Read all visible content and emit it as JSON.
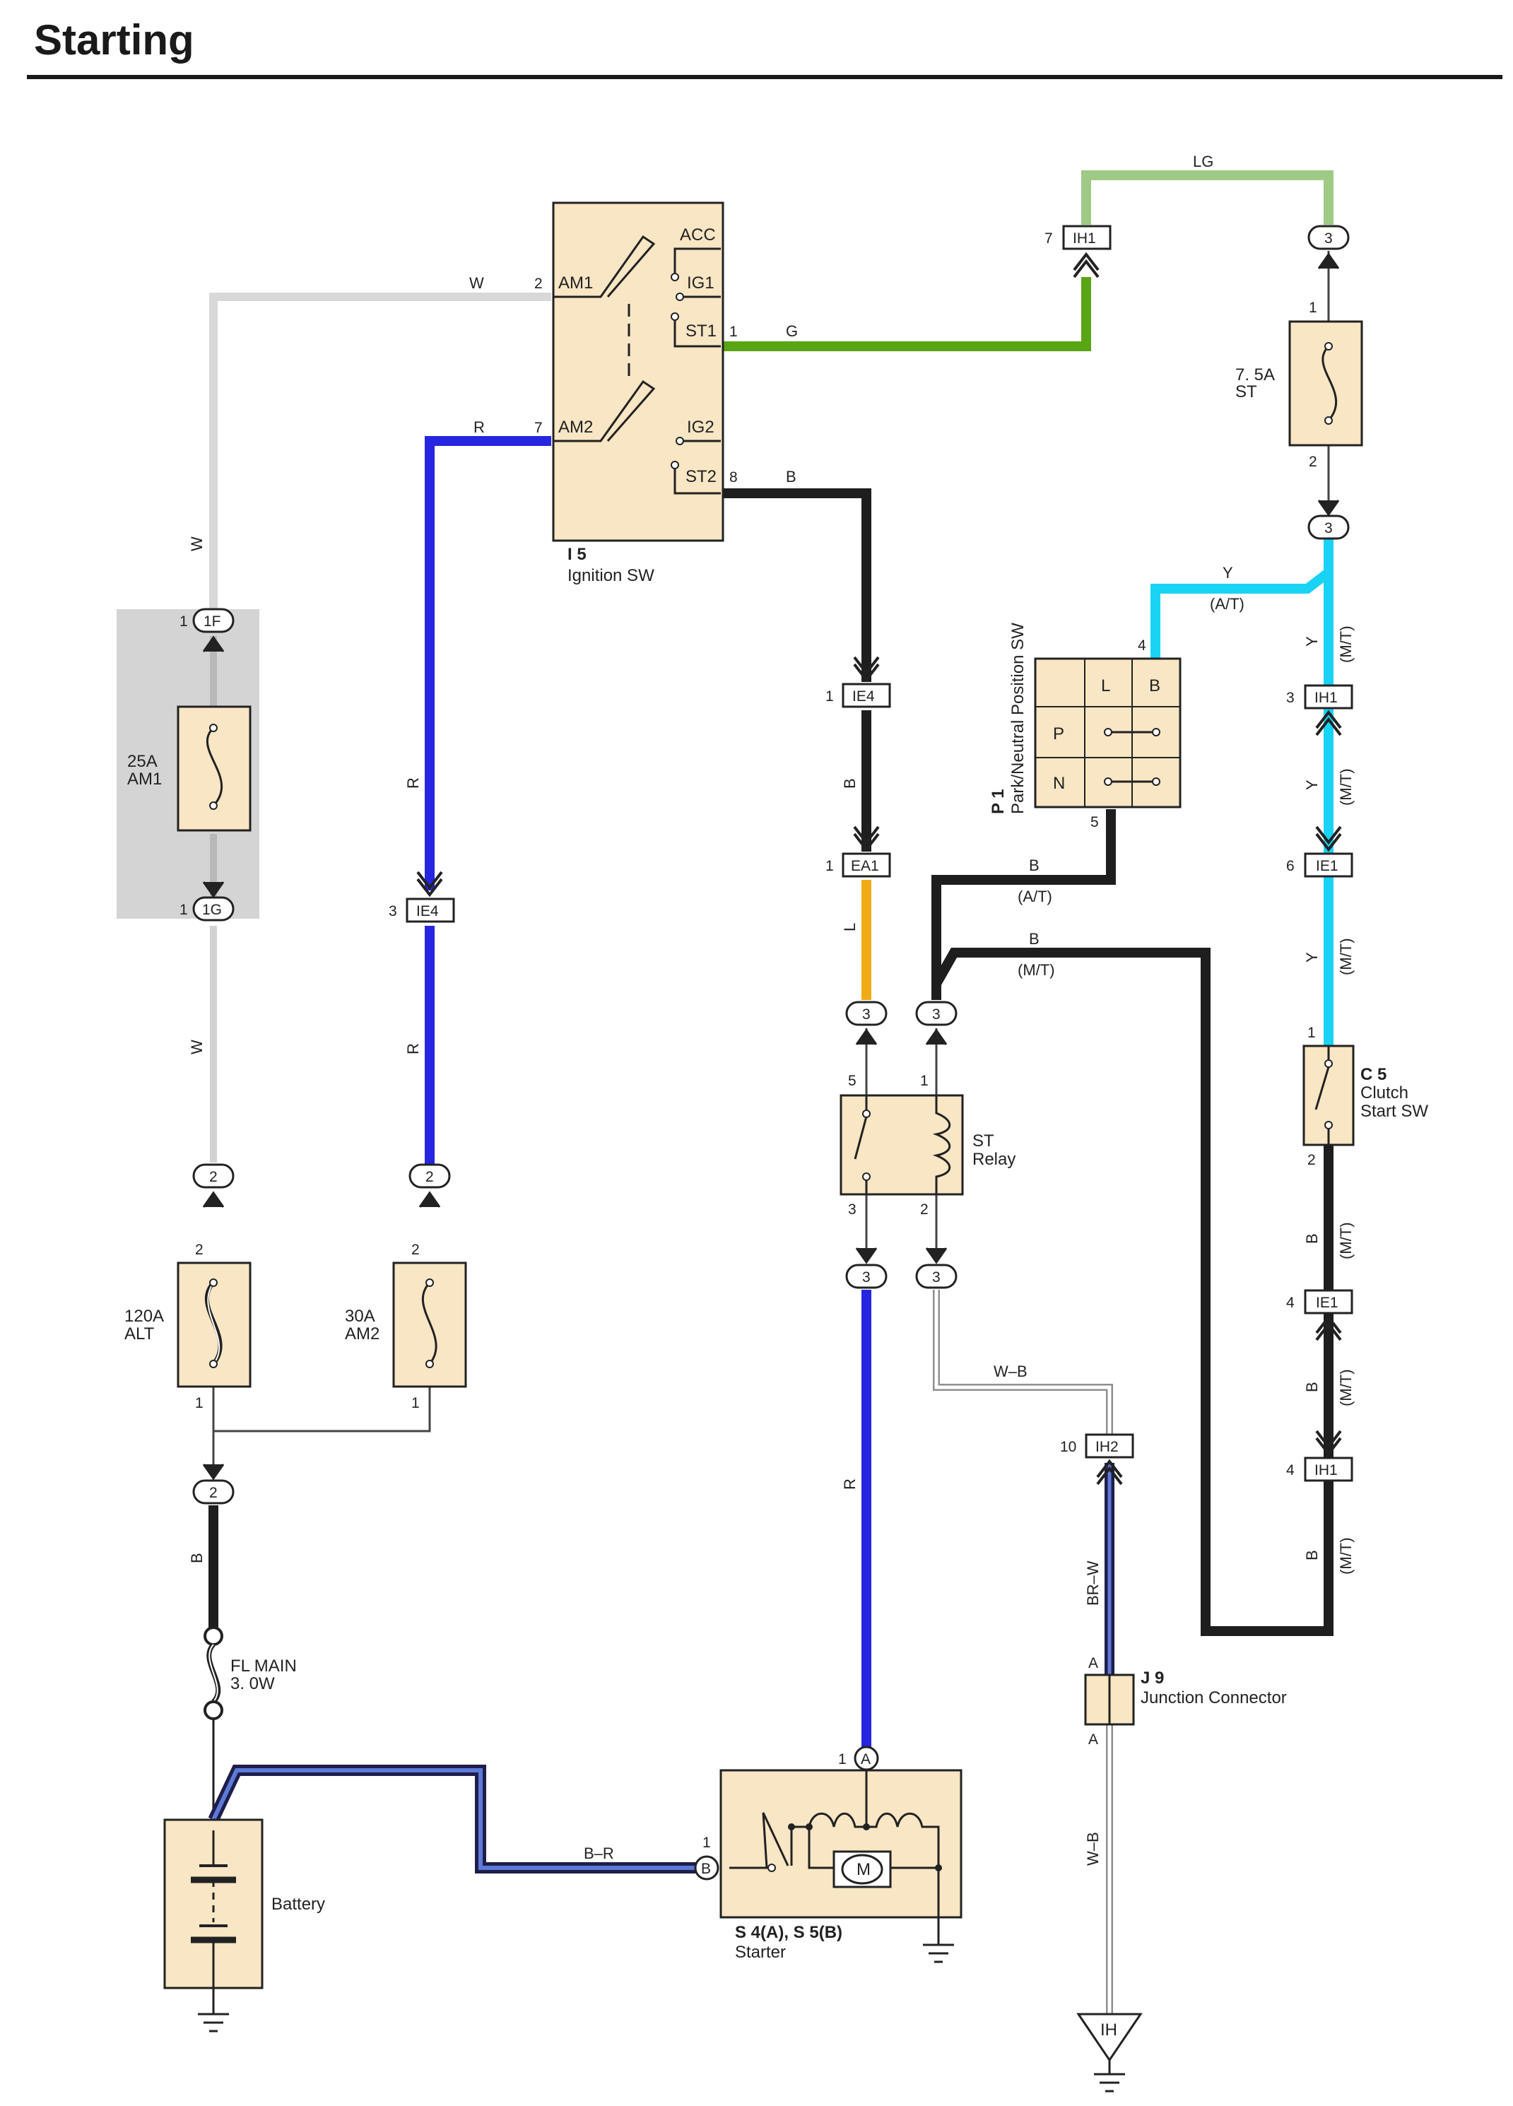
{
  "title": "Starting",
  "colors": {
    "W": "#d2d2d2",
    "G": "#5aa514",
    "LG": "#9fca86",
    "R": "#2626e0",
    "B": "#1e1e1e",
    "Y": "#19d3f5",
    "L": "#f0ac16",
    "BRW": "#3a64b4",
    "box": "#f8e6c4",
    "fuse_shade": "#d4d4d4"
  },
  "components": {
    "ignition": {
      "id": "I 5",
      "name": "Ignition SW",
      "terminals": [
        "ACC",
        "IG1",
        "ST1",
        "AM1",
        "AM2",
        "IG2",
        "ST2"
      ],
      "pin_am1": "2",
      "pin_st1": "1",
      "pin_am2": "7",
      "pin_st2": "8"
    },
    "fuse_am1": {
      "rating": "25A",
      "name": "AM1",
      "top_conn": "1F",
      "bottom_conn": "1G",
      "pin": "1"
    },
    "fuse_st": {
      "rating": "7. 5A",
      "name": "ST",
      "pin_top": "1",
      "pin_bottom": "2"
    },
    "fuse_alt": {
      "rating": "120A",
      "name": "ALT",
      "pin_top": "2",
      "pin_bottom": "1"
    },
    "fuse_am2": {
      "rating": "30A",
      "name": "AM2",
      "pin_top": "2",
      "pin_bottom": "1"
    },
    "fl_main": {
      "name": "FL MAIN",
      "rating": "3. 0W"
    },
    "battery": {
      "name": "Battery"
    },
    "starter": {
      "id": "S 4(A), S 5(B)",
      "name": "Starter",
      "motor": "M",
      "pin_a": "1",
      "pin_b": "1",
      "term_a": "A",
      "term_b": "B"
    },
    "st_relay": {
      "name_line1": "ST",
      "name_line2": "Relay",
      "pin5": "5",
      "pin1": "1",
      "pin3": "3",
      "pin2": "2"
    },
    "pnp_sw": {
      "id": "P 1",
      "name": "Park/Neutral Position SW",
      "col_l": "L",
      "col_b": "B",
      "row_p": "P",
      "row_n": "N",
      "pin_top": "4",
      "pin_bottom": "5"
    },
    "clutch_sw": {
      "id": "C 5",
      "name_line1": "Clutch",
      "name_line2": "Start SW",
      "pin_top": "1",
      "pin_bottom": "2"
    },
    "junction": {
      "id": "J 9",
      "name": "Junction Connector",
      "term": "A"
    },
    "ground_ih": {
      "label": "IH"
    }
  },
  "connectors": {
    "ih1": "IH1",
    "ie4": "IE4",
    "ea1": "EA1",
    "ie1": "IE1",
    "ih2": "IH2",
    "c3": "3",
    "c2": "2",
    "cA": "A",
    "cB": "B",
    "p1": "1",
    "p3": "3",
    "p4": "4",
    "p6": "6",
    "p7": "7",
    "p10": "10"
  },
  "wire_labels": {
    "W": "W",
    "G": "G",
    "LG": "LG",
    "R": "R",
    "B": "B",
    "Y": "Y",
    "L": "L",
    "WB": "W–B",
    "BRW": "BR–W",
    "BR": "B–R",
    "AT": "(A/T)",
    "MT": "(M/T)"
  }
}
